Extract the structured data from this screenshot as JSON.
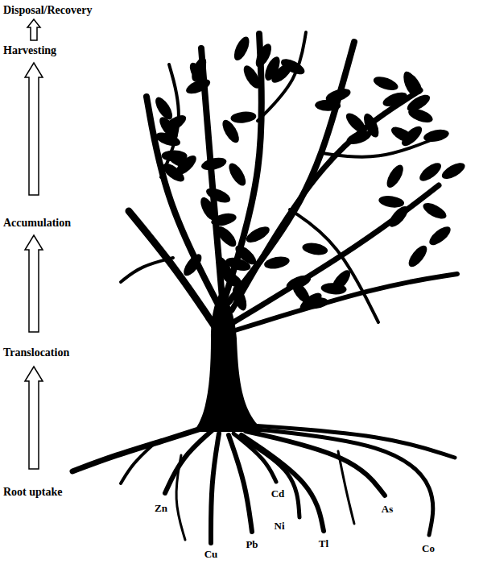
{
  "diagram": {
    "labels": [
      "Disposal/Recovery",
      "Harvesting",
      "Accumulation",
      "Translocation",
      "Root uptake",
      "Zn",
      "Cu",
      "Pb",
      "Cd",
      "Ni",
      "Tl",
      "As",
      "Co"
    ]
  }
}
